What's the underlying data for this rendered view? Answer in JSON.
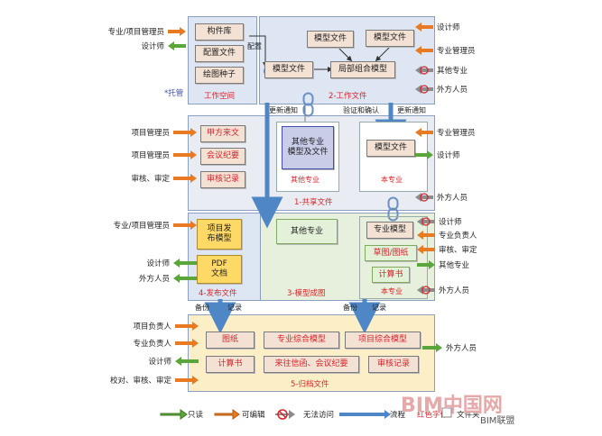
{
  "zones": {
    "workspace": {
      "title": "工作空间",
      "hosted": "*托管",
      "items": [
        "构件库",
        "配置文件",
        "绘图种子"
      ]
    },
    "work_files": {
      "title": "2-工作文件",
      "items": [
        "模型文件",
        "模型文件",
        "模型文件",
        "局部组合模型"
      ]
    },
    "shared": {
      "title": "1-共享文件",
      "left_items": [
        "甲方来文",
        "会议纪要",
        "审核记录"
      ],
      "other_box": "其他专业\n模型及文件",
      "other_label": "其他专业",
      "own_box": "模型文件",
      "own_label": "本专业"
    },
    "publish": {
      "title": "4-发布文件",
      "items": [
        "项目发\n布模型",
        "PDF\n文档"
      ]
    },
    "model_drawing": {
      "title": "3-模型成图",
      "other": "其他专业",
      "own_model": "专业模型",
      "own_draw": "草图/图纸",
      "own_calc": "计算书",
      "own_label": "本专业"
    },
    "archive": {
      "title": "5-归档文件",
      "row1": [
        "图纸",
        "专业综合模型",
        "项目综合模型"
      ],
      "row2": [
        "计算书",
        "来往信函、会议纪要",
        "审核记录"
      ]
    }
  },
  "flow_labels": {
    "config": "配置",
    "update_notice_1": "更新通知",
    "verify_confirm": "验证和确认",
    "update_notice_2": "更新通知",
    "backup1": "备份",
    "record1": "记录",
    "backup2": "备份",
    "record2": "记录"
  },
  "actors": {
    "ws_left": [
      "专业/项目管理员",
      "设计师"
    ],
    "wf_right": [
      "设计师",
      "专业管理员",
      "其他专业",
      "外方人员"
    ],
    "shared_left": [
      "项目管理员",
      "项目管理员",
      "审核、审定"
    ],
    "shared_right": [
      "专业管理员",
      "设计师",
      "外方人员"
    ],
    "pub_left": [
      "专业/项目管理员",
      "设计师",
      "外方人员"
    ],
    "md_right": [
      "设计师",
      "专业负责人",
      "审核、审定",
      "其他专业",
      "外方人员"
    ],
    "arch_left": [
      "项目负责人",
      "专业负责人",
      "设计师",
      "校对、审核、审定"
    ],
    "arch_right": [
      "外方人员"
    ]
  },
  "legend": {
    "read_only": "只读",
    "editable": "可编辑",
    "no_access": "无法访问",
    "flow": "流程",
    "red_text": "红色字体",
    "folder": "文件夹"
  },
  "watermark": {
    "brand": "BIM中国网",
    "sub": "BIM联盟"
  },
  "colors": {
    "green": "#5aa63a",
    "orange": "#e77a22",
    "gray": "#8c8c8c",
    "blue": "#4f86c6",
    "red": "#d8232a"
  }
}
